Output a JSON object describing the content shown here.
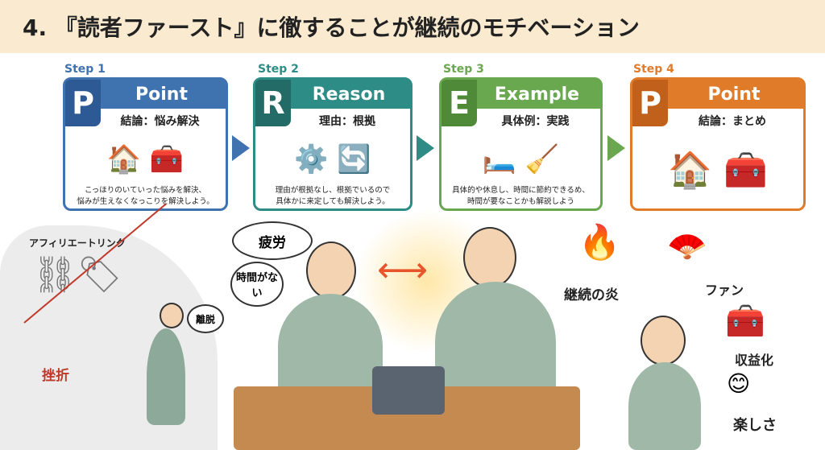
{
  "title": "4. 『読者ファースト』に徹することが継続のモチベーション",
  "steps": [
    {
      "step": "Step 1",
      "letter": "P",
      "name": "Point",
      "sub": "結論：悩み解決",
      "icons": "🏠 🧰",
      "desc1": "こっほりのいていった悩みを解決、",
      "desc2": "悩みが生えなくなっこりを解決しよう。",
      "color": "#3f73b0"
    },
    {
      "step": "Step 2",
      "letter": "R",
      "name": "Reason",
      "sub": "理由：根拠",
      "icons": "⚙️ 🔄",
      "desc1": "理由が根拠なし、根拠でいるので",
      "desc2": "具体かに来定しても解決しよう。",
      "color": "#2e8c86"
    },
    {
      "step": "Step 3",
      "letter": "E",
      "name": "Example",
      "sub": "具体例：実践",
      "icons": "🛏️ 🧹",
      "desc1": "具体的や休息し、時間に節約できるめ、",
      "desc2": "時間が要なことかも解説しよう",
      "color": "#6aa84f"
    },
    {
      "step": "Step 4",
      "letter": "P",
      "name": "Point",
      "sub": "結論：まとめ",
      "icons": "🏠 🧰",
      "desc1": "",
      "desc2": "",
      "color": "#e07b2a"
    }
  ],
  "scene": {
    "affiliate": "アフィリエートリンク",
    "setback": "挫折",
    "leave": "離脱",
    "fatigue": "疲労",
    "no_time": "時間がない",
    "flame": "継続の炎",
    "fan": "ファン",
    "monetize": "収益化",
    "fun": "楽しさ"
  }
}
